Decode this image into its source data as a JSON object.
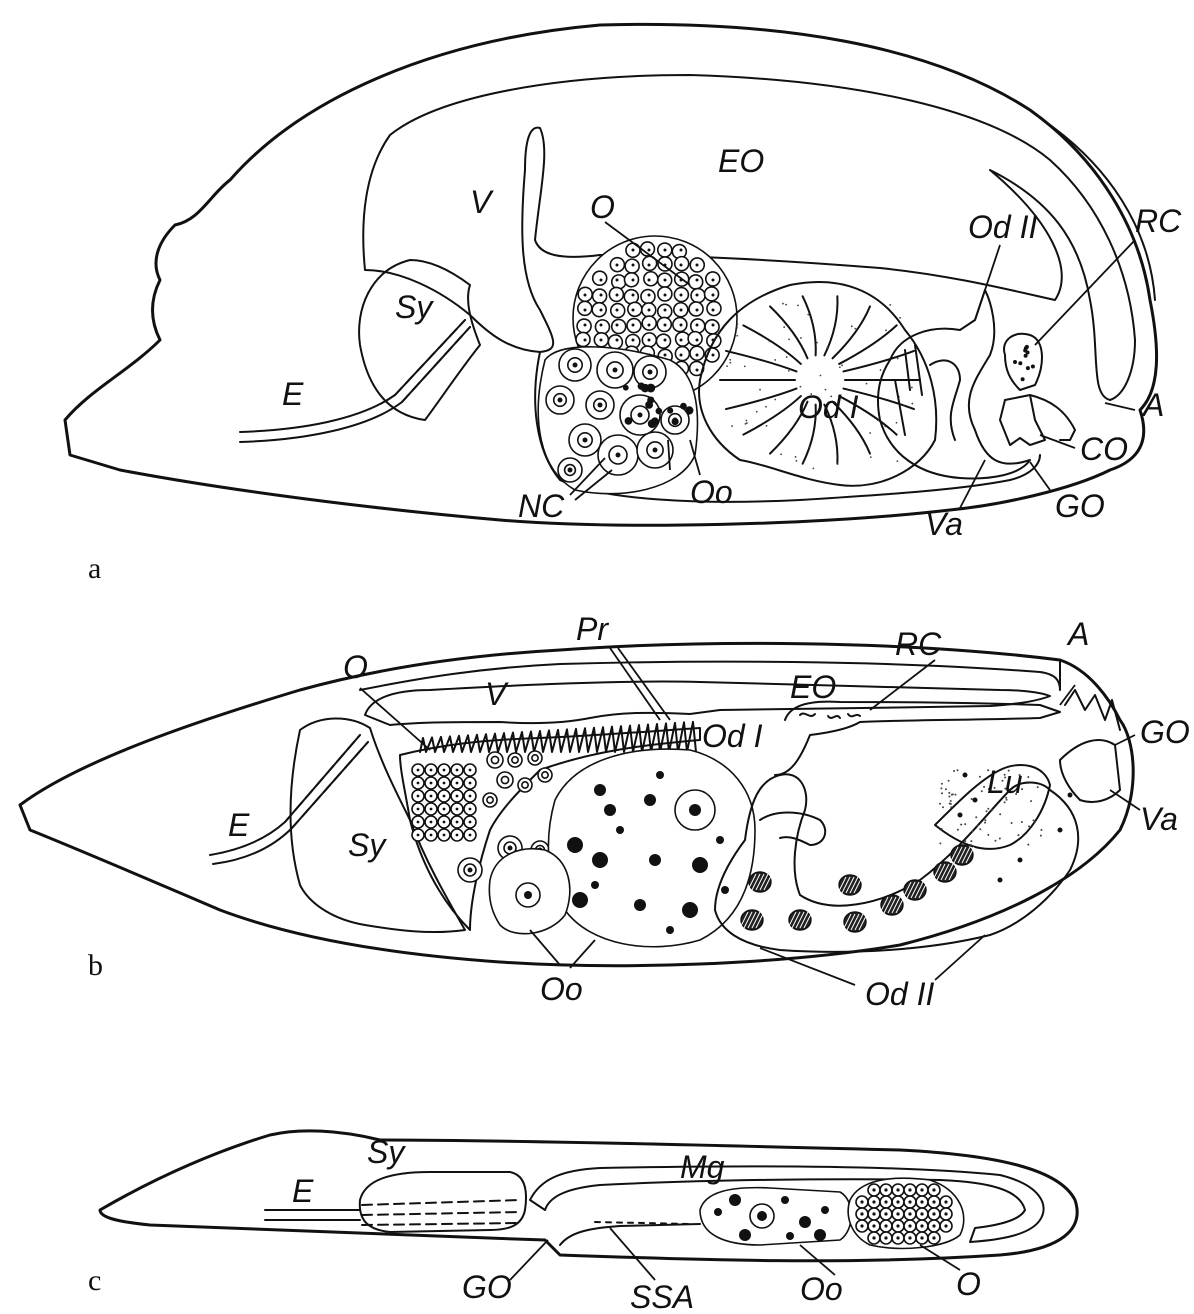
{
  "panels": {
    "a": {
      "letter": "a",
      "labels": {
        "EO": "EO",
        "V": "V",
        "O": "O",
        "Sy": "Sy",
        "E": "E",
        "OdII": "Od II",
        "RC": "RC",
        "OdI": "Od I",
        "A": "A",
        "CO": "CO",
        "GO": "GO",
        "Va": "Va",
        "NC": "NC",
        "Oo": "Oo"
      }
    },
    "b": {
      "letter": "b",
      "labels": {
        "O": "O",
        "Pr": "Pr",
        "RC": "RC",
        "A": "A",
        "V": "V",
        "EO": "EO",
        "OdI": "Od I",
        "GO": "GO",
        "Lu": "Lu",
        "E": "E",
        "Sy": "Sy",
        "Va": "Va",
        "Oo": "Oo",
        "OdII": "Od II"
      }
    },
    "c": {
      "letter": "c",
      "labels": {
        "Sy": "Sy",
        "Mg": "Mg",
        "E": "E",
        "GO": "GO",
        "SSA": "SSA",
        "Oo": "Oo",
        "O": "O"
      }
    }
  }
}
